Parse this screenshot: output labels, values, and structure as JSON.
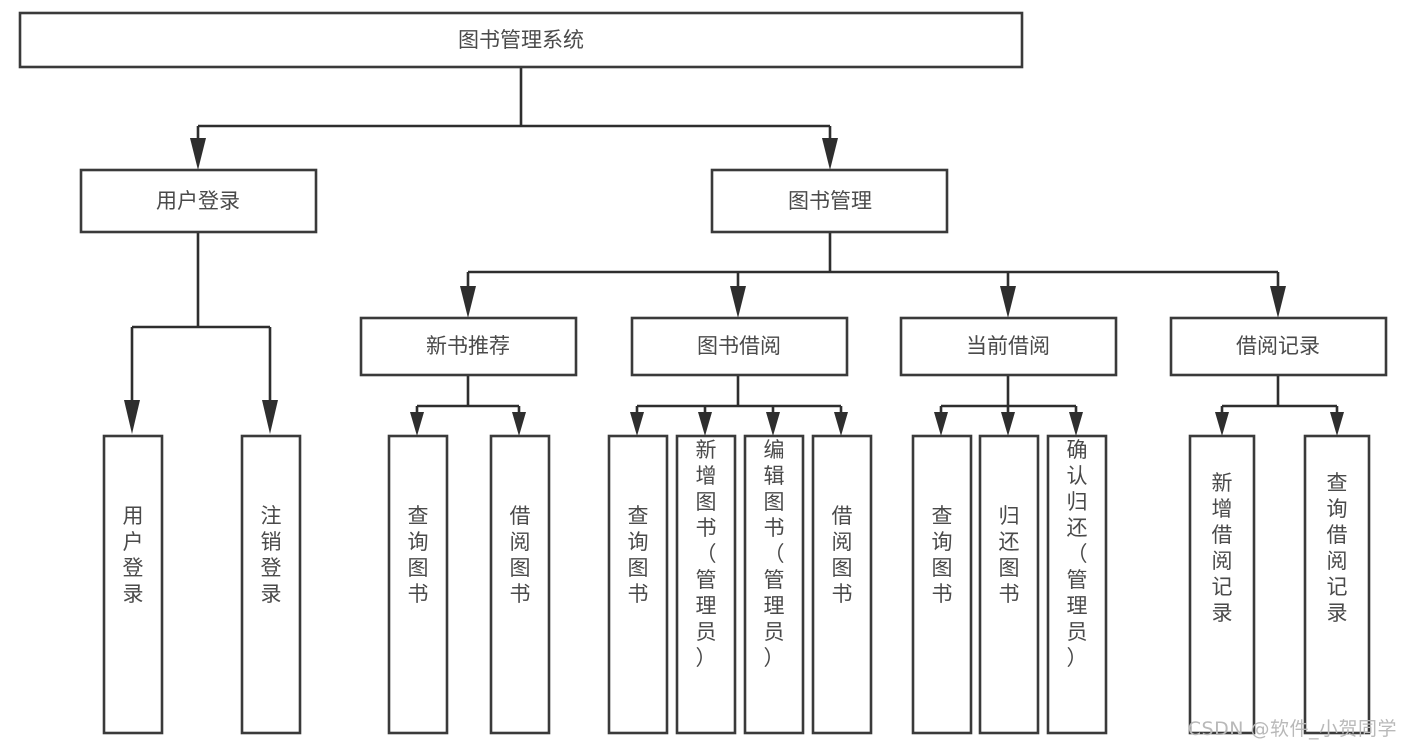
{
  "diagram": {
    "type": "tree",
    "title": "图书管理系统",
    "watermark": "CSDN @软件_小贺同学",
    "colors": {
      "background": "#ffffff",
      "box_stroke": "#3a3a3a",
      "connector": "#2e2e2e",
      "text": "#4a4a4a",
      "watermark": "#b9b9b9"
    },
    "levels": {
      "root": {
        "label": "图书管理系统"
      },
      "level2": [
        {
          "id": "user-login",
          "label": "用户登录"
        },
        {
          "id": "book-management",
          "label": "图书管理"
        }
      ],
      "level3": [
        {
          "id": "new-book-recommend",
          "label": "新书推荐",
          "parent": "book-management"
        },
        {
          "id": "book-borrow",
          "label": "图书借阅",
          "parent": "book-management"
        },
        {
          "id": "current-borrow",
          "label": "当前借阅",
          "parent": "book-management"
        },
        {
          "id": "borrow-record",
          "label": "借阅记录",
          "parent": "book-management"
        }
      ],
      "leaves": [
        {
          "id": "leaf-user-login",
          "label": "用户登录",
          "parent": "user-login"
        },
        {
          "id": "leaf-user-logout",
          "label": "注销登录",
          "parent": "user-login"
        },
        {
          "id": "leaf-query-book-1",
          "label": "查询图书",
          "parent": "new-book-recommend"
        },
        {
          "id": "leaf-borrow-book-1",
          "label": "借阅图书",
          "parent": "new-book-recommend"
        },
        {
          "id": "leaf-query-book-2",
          "label": "查询图书",
          "parent": "book-borrow"
        },
        {
          "id": "leaf-add-book",
          "label": "新增图书（管理员）",
          "parent": "book-borrow"
        },
        {
          "id": "leaf-edit-book",
          "label": "编辑图书（管理员）",
          "parent": "book-borrow"
        },
        {
          "id": "leaf-borrow-book-2",
          "label": "借阅图书",
          "parent": "book-borrow"
        },
        {
          "id": "leaf-query-book-3",
          "label": "查询图书",
          "parent": "current-borrow"
        },
        {
          "id": "leaf-return-book",
          "label": "归还图书",
          "parent": "current-borrow"
        },
        {
          "id": "leaf-confirm-return",
          "label": "确认归还（管理员）",
          "parent": "current-borrow"
        },
        {
          "id": "leaf-add-record",
          "label": "新增借阅记录",
          "parent": "borrow-record"
        },
        {
          "id": "leaf-query-record",
          "label": "查询借阅记录",
          "parent": "borrow-record"
        }
      ]
    }
  }
}
